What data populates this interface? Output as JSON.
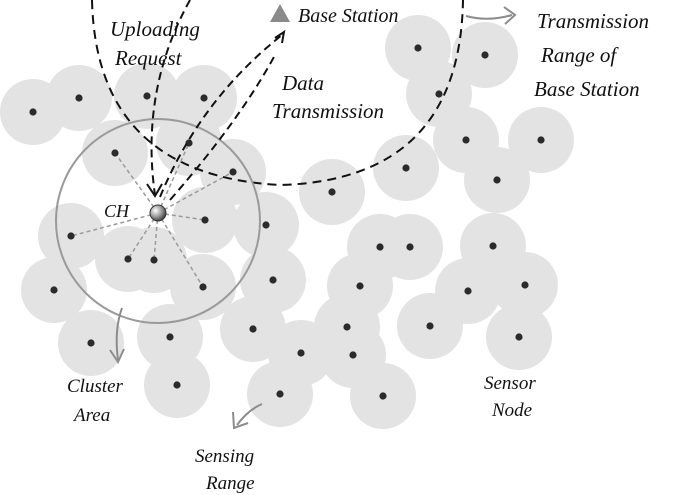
{
  "labels": {
    "base_station": "Base Station",
    "uploading_l1": "Uploading",
    "uploading_l2": "Request",
    "data_l1": "Data",
    "data_l2": "Transmission",
    "trange_l1": "Transmission",
    "trange_l2": "Range of",
    "trange_l3": "Base Station",
    "ch": "CH",
    "cluster_l1": "Cluster",
    "cluster_l2": "Area",
    "sensing_l1": "Sensing",
    "sensing_l2": "Range",
    "sensor_l1": "Sensor",
    "sensor_l2": "Node"
  },
  "colors": {
    "sensing_disc": "#e3e3e3",
    "node": "#2b2b2b",
    "cluster_circle": "#9a9a9a",
    "annotation_arrow": "#8c8c8c",
    "dashed": "#111111",
    "base_station": "#8a8a8a"
  },
  "icons": {
    "base_station": "triangle-icon",
    "cluster_head": "sphere-icon"
  }
}
